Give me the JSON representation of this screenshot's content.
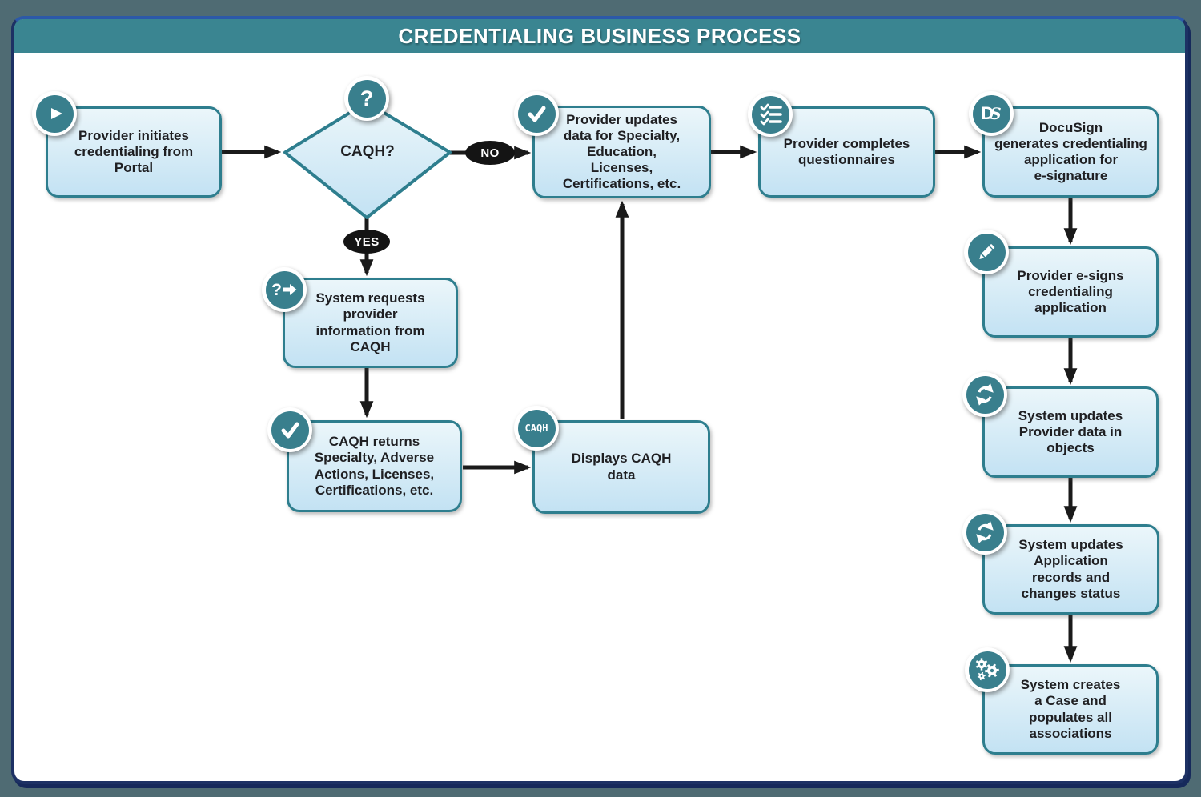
{
  "header": {
    "title": "CREDENTIALING BUSINESS PROCESS"
  },
  "flow": {
    "nodes": {
      "start": {
        "label": "Provider initiates\ncredentialing from\nPortal",
        "icon": "play-icon"
      },
      "decision_caqh": {
        "label": "CAQH?",
        "icon": "question-icon"
      },
      "request_caqh": {
        "label": "System requests\nprovider\ninformation from\nCAQH",
        "icon": "question-arrow-icon"
      },
      "caqh_returns": {
        "label": "CAQH returns\nSpecialty, Adverse\nActions, Licenses,\nCertifications, etc.",
        "icon": "check-icon"
      },
      "displays_caqh": {
        "label": "Displays CAQH\ndata",
        "icon": "caqh-text-badge",
        "badge_text": "CAQH"
      },
      "provider_updates": {
        "label": "Provider updates\ndata for Specialty,\nEducation,\nLicenses,\nCertifications, etc.",
        "icon": "check-icon"
      },
      "questionnaires": {
        "label": "Provider completes\nquestionnaires",
        "icon": "checklist-icon"
      },
      "docusign": {
        "label": "DocuSign\ngenerates credentialing\napplication for\ne-signature",
        "icon": "docusign-badge",
        "badge_text_d": "D",
        "badge_text_s": "S"
      },
      "esign": {
        "label": "Provider e-signs\ncredentialing\napplication",
        "icon": "pencil-icon"
      },
      "update_provider": {
        "label": "System updates\nProvider data in\nobjects",
        "icon": "sync-icon"
      },
      "update_application": {
        "label": "System updates\nApplication\nrecords and\nchanges status",
        "icon": "sync-icon"
      },
      "create_case": {
        "label": "System creates\na Case and\npopulates all\nassociations",
        "icon": "gears-icon"
      }
    },
    "edge_labels": {
      "no": "NO",
      "yes": "YES"
    }
  },
  "icons": {
    "play-icon": "white triangle in teal circle",
    "question-icon": "white question mark in teal circle",
    "question-arrow-icon": "question mark with right arrow",
    "check-icon": "white checkmark",
    "checklist-icon": "three checked list lines",
    "caqh-text-badge": "CAQH wordmark",
    "docusign-badge": "DS DocuSign monogram",
    "pencil-icon": "diagonal pencil",
    "sync-icon": "two circular refresh arrows",
    "gears-icon": "cluster of gears"
  },
  "colors": {
    "background_slate": "#4f6b73",
    "card_border_navy": "#1d3164",
    "header_teal": "#3a8591",
    "badge_teal": "#397f8d",
    "box_border_teal": "#2e7e8e",
    "box_fill_top": "#ebf6fa",
    "box_fill_bottom": "#c3e2f3",
    "arrow_black": "#1a1a1a",
    "label_pill_black": "#141414",
    "text_dark": "#1f1f22"
  }
}
